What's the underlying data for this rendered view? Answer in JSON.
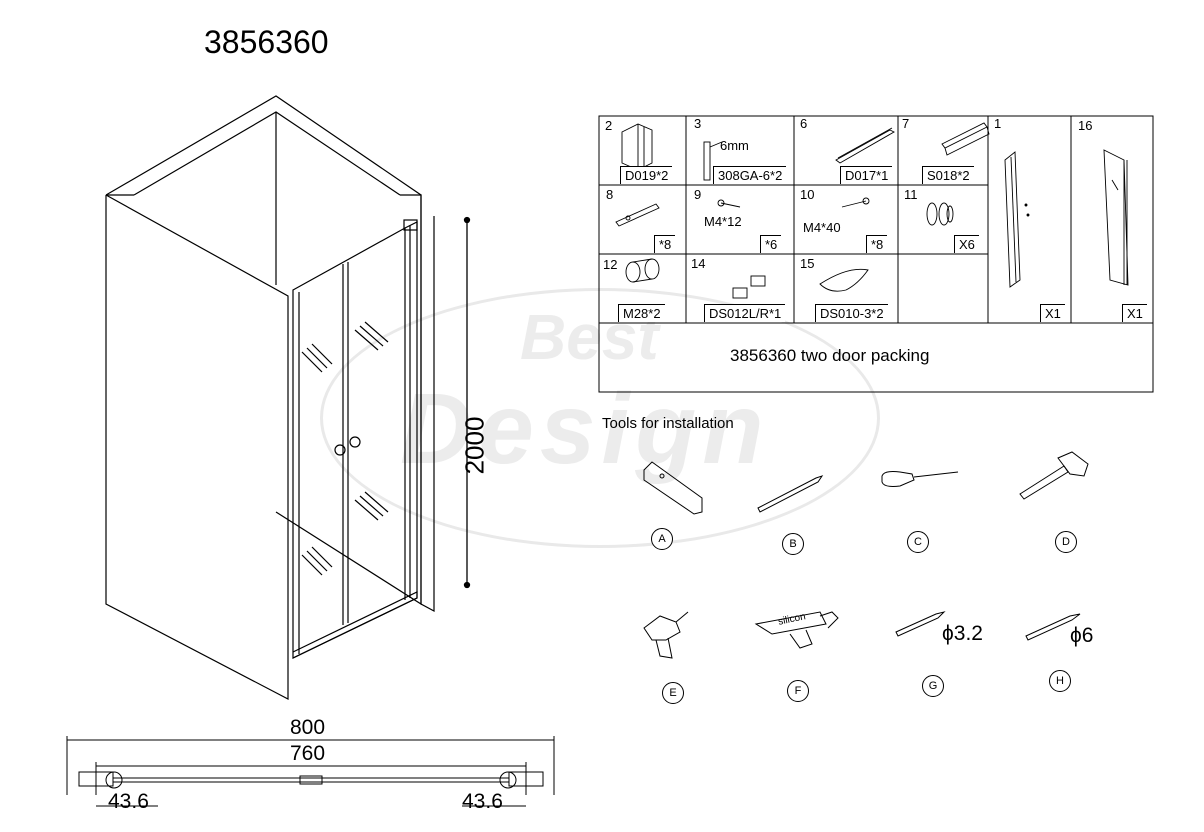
{
  "title": "3856360",
  "watermark": {
    "line1": "Best",
    "line2": "Design"
  },
  "parts": [
    {
      "num": "2",
      "label": "D019*2"
    },
    {
      "num": "3",
      "label": "308GA-6*2",
      "note": "6mm"
    },
    {
      "num": "6",
      "label": "D017*1"
    },
    {
      "num": "7",
      "label": "S018*2"
    },
    {
      "num": "1",
      "label": "X1"
    },
    {
      "num": "16",
      "label": "X1"
    },
    {
      "num": "8",
      "label": "*8"
    },
    {
      "num": "9",
      "label": "*6",
      "note": "M4*12"
    },
    {
      "num": "10",
      "label": "*8",
      "note": "M4*40"
    },
    {
      "num": "11",
      "label": "X6"
    },
    {
      "num": "12",
      "label": "M28*2"
    },
    {
      "num": "14",
      "label": "DS012L/R*1"
    },
    {
      "num": "15",
      "label": "DS010-3*2"
    }
  ],
  "packing_label": "3856360 two door packing",
  "tools_title": "Tools for installation",
  "tools": [
    {
      "letter": "A",
      "icon": "spirit-level-icon"
    },
    {
      "letter": "B",
      "icon": "pencil-icon"
    },
    {
      "letter": "C",
      "icon": "screwdriver-icon"
    },
    {
      "letter": "D",
      "icon": "hammer-icon"
    },
    {
      "letter": "E",
      "icon": "drill-icon"
    },
    {
      "letter": "F",
      "icon": "silicone-gun-icon",
      "text": "silicon"
    },
    {
      "letter": "G",
      "icon": "drill-bit-icon",
      "size": "ϕ3.2"
    },
    {
      "letter": "H",
      "icon": "drill-bit-icon",
      "size": "ϕ6"
    }
  ],
  "dimensions": {
    "height": "2000",
    "width_outer": "800",
    "width_inner": "760",
    "left_offset": "43.6",
    "right_offset": "43.6"
  }
}
